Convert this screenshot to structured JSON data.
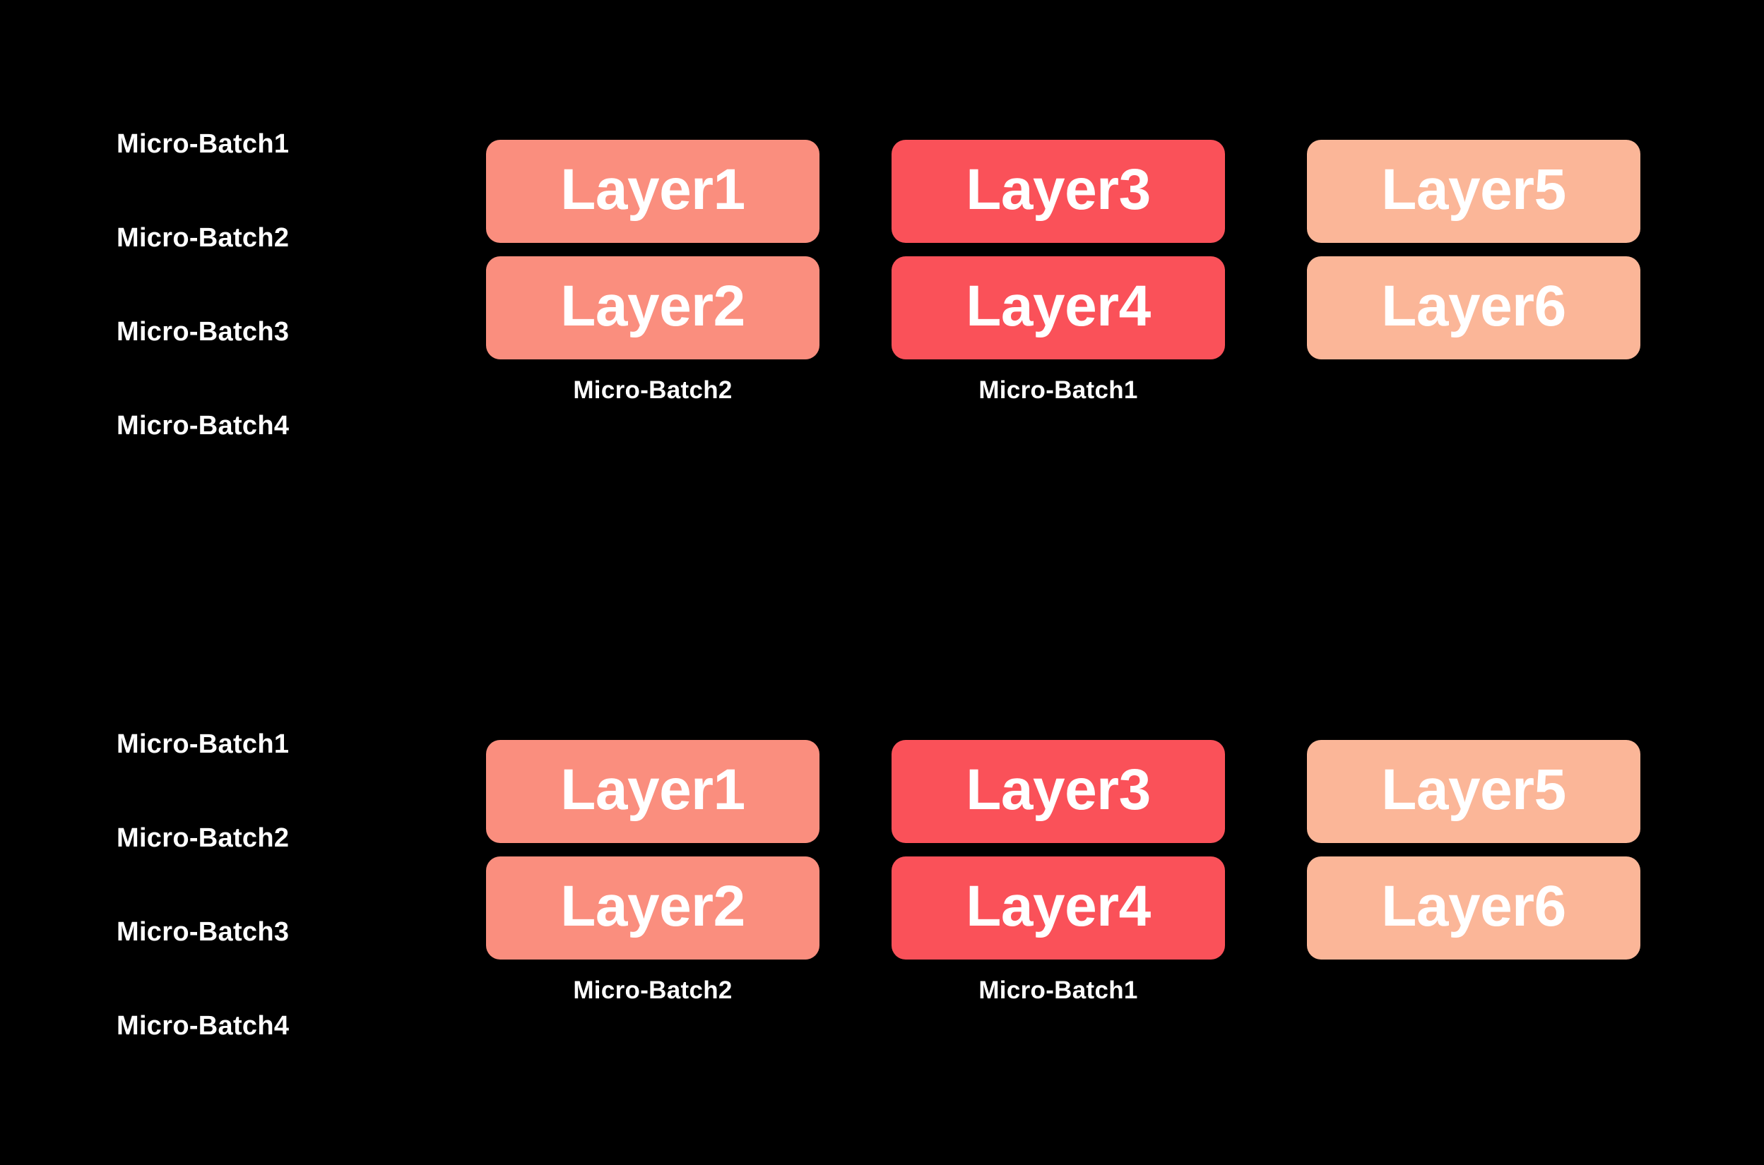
{
  "background_color": "#000000",
  "text_color": "#ffffff",
  "palette": {
    "group1_fill": "#fa8e7e",
    "group2_fill": "#fa5159",
    "group3_fill": "#fbb698"
  },
  "sections": [
    {
      "id": "top",
      "batch_labels": [
        "Micro-Batch1",
        "Micro-Batch2",
        "Micro-Batch3",
        "Micro-Batch4"
      ],
      "groups": [
        {
          "fill": "#fa8e7e",
          "layers": [
            "Layer1",
            "Layer2"
          ],
          "caption": "Micro-Batch2"
        },
        {
          "fill": "#fa5159",
          "layers": [
            "Layer3",
            "Layer4"
          ],
          "caption": "Micro-Batch1"
        },
        {
          "fill": "#fbb698",
          "layers": [
            "Layer5",
            "Layer6"
          ],
          "caption": ""
        }
      ]
    },
    {
      "id": "bottom",
      "batch_labels": [
        "Micro-Batch1",
        "Micro-Batch2",
        "Micro-Batch3",
        "Micro-Batch4"
      ],
      "groups": [
        {
          "fill": "#fa8e7e",
          "layers": [
            "Layer1",
            "Layer2"
          ],
          "caption": "Micro-Batch2"
        },
        {
          "fill": "#fa5159",
          "layers": [
            "Layer3",
            "Layer4"
          ],
          "caption": "Micro-Batch1"
        },
        {
          "fill": "#fbb698",
          "layers": [
            "Layer5",
            "Layer6"
          ],
          "caption": ""
        }
      ]
    }
  ]
}
